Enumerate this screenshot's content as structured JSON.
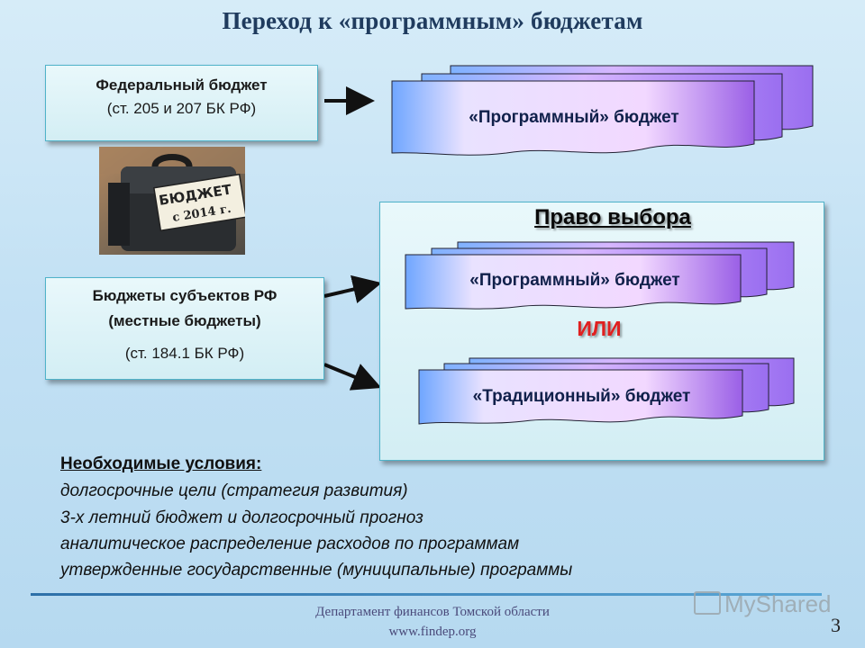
{
  "slide": {
    "title": "Переход к «программным» бюджетам",
    "page_number": "3"
  },
  "federal": {
    "title": "Федеральный бюджет",
    "ref": "(ст. 205 и 207 БК РФ)"
  },
  "federal_result": {
    "label": "«Программный»  бюджет"
  },
  "photo": {
    "sign_line1": "БЮДЖЕТ",
    "sign_line2": "с 2014 г."
  },
  "subjects": {
    "title": "Бюджеты субъектов РФ",
    "subtitle": "(местные бюджеты)",
    "ref": "(ст. 184.1 БК РФ)"
  },
  "choice": {
    "title": "Право выбора",
    "option1": "«Программный»  бюджет",
    "or": "ИЛИ",
    "option2": "«Традиционный»  бюджет"
  },
  "conditions": {
    "heading": "Необходимые условия:",
    "items": [
      "долгосрочные цели (стратегия развития)",
      "3-х летний бюджет и долгосрочный прогноз",
      "аналитическое распределение расходов по программам",
      "утвержденные государственные (муниципальные) программы"
    ]
  },
  "footer": {
    "org": "Департамент финансов Томской области",
    "url": "www.findep.org",
    "watermark": "MyShared"
  },
  "colors": {
    "title": "#1f3b5e",
    "box_border": "#4fb3c9",
    "or_red": "#e02020",
    "stack_purple": "#b98ef0",
    "stack_blue": "#6ea8ff"
  }
}
